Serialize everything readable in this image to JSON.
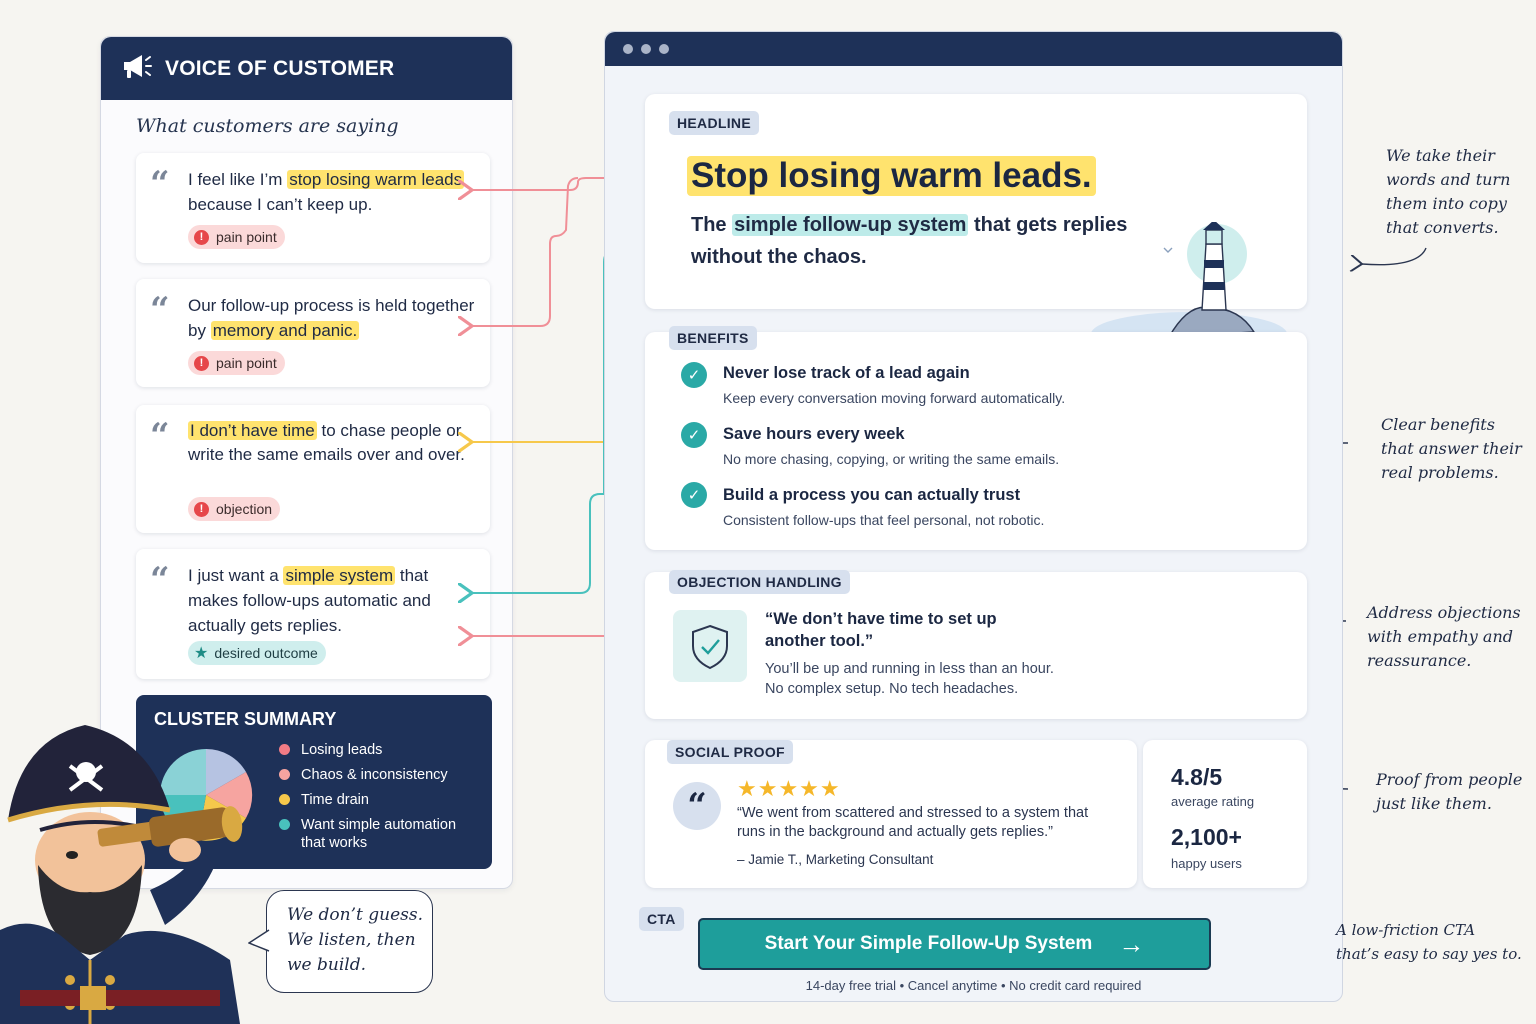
{
  "voc": {
    "title": "VOICE OF CUSTOMER",
    "subtitle": "What customers are saying",
    "quotes": [
      {
        "pre": "I feel like I’m ",
        "hl": "stop losing warm leads",
        "post": " because I can’t keep up.",
        "tag": "pain point"
      },
      {
        "pre": "Our follow-up process is held together by ",
        "hl": "memory and panic.",
        "post": "",
        "tag": "pain point"
      },
      {
        "pre": "",
        "hl": "I don’t have time",
        "post": " to chase people or write the same emails over and over.",
        "tag": "objection"
      },
      {
        "pre": "I just want a ",
        "hl": "simple system",
        "post": " that makes follow-ups automatic and actually gets replies.",
        "tag": "desired outcome"
      }
    ]
  },
  "cluster": {
    "title": "CLUSTER SUMMARY",
    "items": [
      {
        "label": "Losing leads",
        "color": "#f27c85"
      },
      {
        "label": "Chaos & inconsistency",
        "color": "#f6a4a0"
      },
      {
        "label": "Time drain",
        "color": "#f6c84b"
      },
      {
        "label": "Want simple automation that works",
        "color": "#49c1bd"
      }
    ]
  },
  "page": {
    "headline_label": "HEADLINE",
    "headline": "Stop losing warm leads.",
    "sub_pre": "The ",
    "sub_hl": "simple follow-up system",
    "sub_post": " that gets replies",
    "sub_line2": "without the chaos.",
    "benefits_label": "BENEFITS",
    "benefits": [
      {
        "title": "Never lose track of a lead again",
        "desc": "Keep every conversation moving forward automatically."
      },
      {
        "title": "Save hours every week",
        "desc": "No more chasing, copying, or writing the same emails."
      },
      {
        "title": "Build a process you can actually trust",
        "desc": "Consistent follow-ups that feel personal, not robotic."
      }
    ],
    "objection_label": "OBJECTION HANDLING",
    "objection_title1": "“We don’t have time to set up",
    "objection_title2": "another tool.”",
    "objection_desc1": "You’ll be up and running in less than an hour.",
    "objection_desc2": "No complex setup. No tech headaches.",
    "social_label": "SOCIAL PROOF",
    "stars": "★★★★★",
    "testimonial1": "“We went from scattered and stressed to a system that",
    "testimonial2": "runs in the background and actually gets replies.”",
    "author": "– Jamie T., Marketing Consultant",
    "rating": "4.8/5",
    "rating_label": "average rating",
    "users": "2,100+",
    "users_label": "happy users",
    "cta_label": "CTA",
    "cta_button": "Start Your Simple Follow-Up System",
    "cta_sub": "14-day free trial • Cancel anytime • No credit card required"
  },
  "notes": {
    "n1": [
      "We take their",
      "words and turn",
      "them into copy",
      "that converts."
    ],
    "n2": [
      "Clear benefits",
      "that answer their",
      "real problems."
    ],
    "n3": [
      "Address objections",
      "with empathy and",
      "reassurance."
    ],
    "n4": [
      "Proof from people",
      "just like them."
    ],
    "n5": [
      "A low-friction CTA",
      "that’s easy to say yes to."
    ],
    "bubble": [
      "We don’t guess.",
      "We listen, then",
      "we build."
    ]
  },
  "colors": {
    "navy": "#1e3158",
    "teal": "#1e9e9b",
    "highlight": "#ffe36e",
    "arrow_pink": "#f08f97",
    "arrow_yellow": "#f6c84b",
    "arrow_teal": "#49c1bd"
  }
}
